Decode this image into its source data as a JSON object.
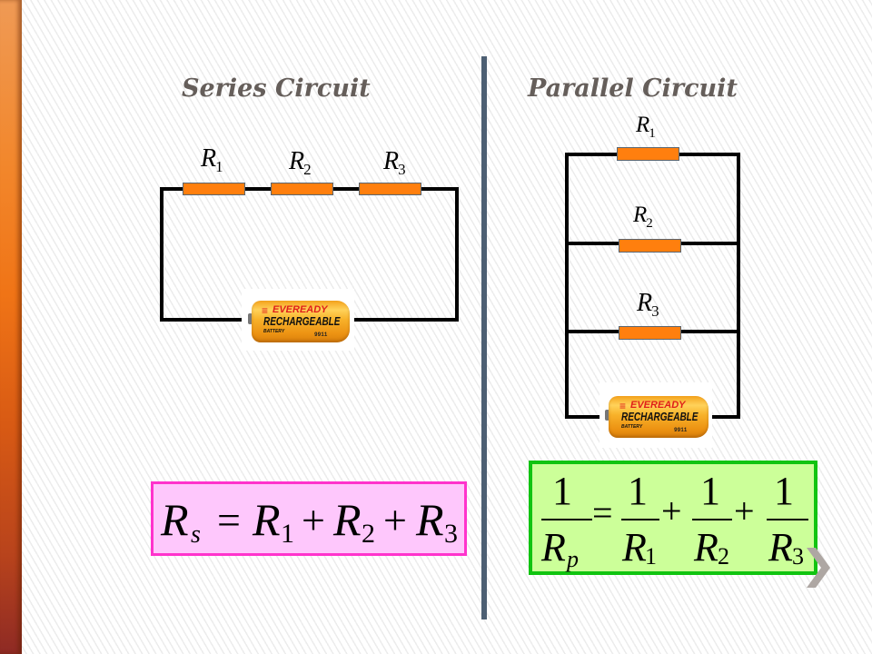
{
  "slide": {
    "series": {
      "title": "Series Circuit",
      "resistors": [
        {
          "symbol": "R",
          "sub": "1"
        },
        {
          "symbol": "R",
          "sub": "2"
        },
        {
          "symbol": "R",
          "sub": "3"
        }
      ],
      "battery": {
        "brand": "EVEREADY",
        "type": "RECHARGEABLE",
        "sub": "BATTERY",
        "code": "9911"
      },
      "formula": {
        "lhs": "R",
        "lhs_sub": "s",
        "equals": "=",
        "terms": [
          {
            "symbol": "R",
            "sub": "1"
          },
          {
            "symbol": "R",
            "sub": "2"
          },
          {
            "symbol": "R",
            "sub": "3"
          }
        ],
        "plus": "+"
      }
    },
    "parallel": {
      "title": "Parallel Circuit",
      "resistors": [
        {
          "symbol": "R",
          "sub": "1"
        },
        {
          "symbol": "R",
          "sub": "2"
        },
        {
          "symbol": "R",
          "sub": "3"
        }
      ],
      "battery": {
        "brand": "EVEREADY",
        "type": "RECHARGEABLE",
        "sub": "BATTERY",
        "code": "9911"
      },
      "formula": {
        "numerator": "1",
        "lhs": "R",
        "lhs_sub": "p",
        "equals": "=",
        "terms": [
          {
            "symbol": "R",
            "sub": "1"
          },
          {
            "symbol": "R",
            "sub": "2"
          },
          {
            "symbol": "R",
            "sub": "3"
          }
        ],
        "plus": "+"
      }
    },
    "navigation": {
      "next_icon": "chevron-right-icon"
    },
    "colors": {
      "accent_bar": "#f07416",
      "divider": "#4d5f73",
      "title_text": "#655e5a",
      "resistor_fill": "#ff7f0e",
      "series_formula_fill": "#fec7fc",
      "series_formula_border": "#ff33cc",
      "parallel_formula_fill": "#ccff99",
      "parallel_formula_border": "#11c411"
    }
  }
}
